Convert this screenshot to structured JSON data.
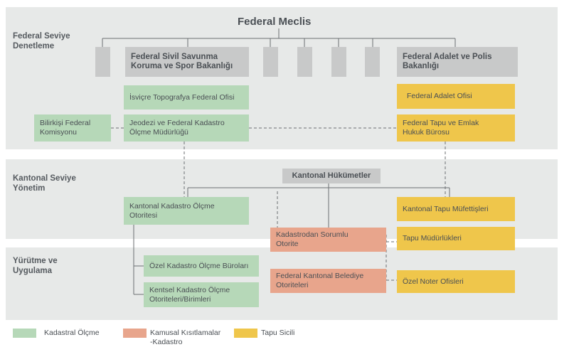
{
  "title": "Federal Meclis",
  "bands": {
    "federal": "Federal Seviye\nDenetleme",
    "cantonal": "Kantonal Seviye\nYönetim",
    "execution": "Yürütme ve\nUygulama"
  },
  "boxes": {
    "civil_defense": "Federal Sivil Savunma\nKoruma ve Spor Bakanlığı",
    "justice": "Federal Adalet ve Polis\nBakanlığı",
    "swisstopo": "İsviçre Topografya Federal Ofisi",
    "geodesy": "Jeodezi ve Federal Kadastro\nÖlçme Müdürlüğü",
    "expert": "Bilirkişi Federal\nKomisyonu",
    "justice_office": "Federal Adalet Ofisi",
    "land_registry_law": "Federal Tapu ve Emlak\nHukuk Bürosu",
    "cantonal_gov": "Kantonal Hükümetler",
    "cantonal_survey": "Kantonal Kadastro Ölçme\nOtoritesi",
    "cantonal_land_inspect": "Kantonal Tapu Müfettişleri",
    "cadastre_authority": "Kadastrodan Sorumlu\nOtorite",
    "land_offices": "Tapu Müdürlükleri",
    "private_survey": "Özel Kadastro Ölçme Büroları",
    "urban_survey": "Kentsel Kadastro Ölçme\nOtoriteleri/Birimleri",
    "municipal": "Federal Kantonal Belediye\nOtoriteleri",
    "notary": "Özel Noter Ofisleri"
  },
  "legend": [
    {
      "label": "Kadastral Ölçme",
      "color": "#b6d8b8"
    },
    {
      "label": "Kamusal Kısıtlamalar\n-Kadastro",
      "color": "#e8a58c"
    },
    {
      "label": "Tapu Sicili",
      "color": "#efc64b"
    }
  ]
}
